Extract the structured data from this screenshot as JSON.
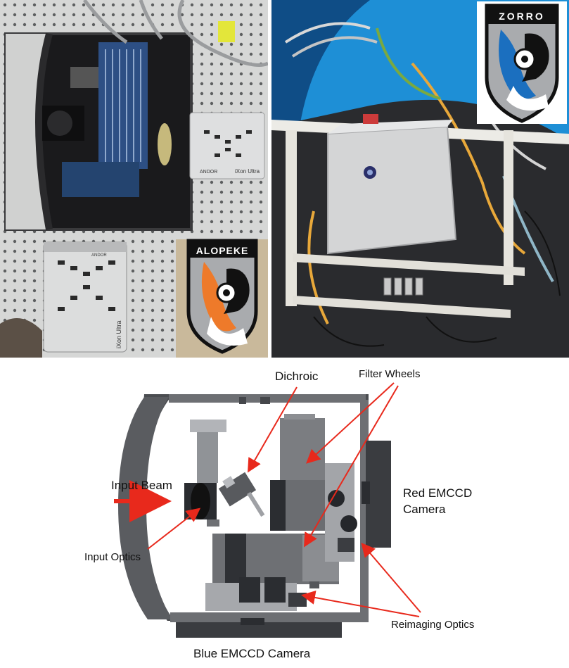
{
  "badges": {
    "zorro": "ZORRO",
    "alopeke": "ALOPEKE"
  },
  "camera_text": {
    "brand": "ANDOR",
    "model": "iXon Ultra"
  },
  "diagram_labels": {
    "dichroic": "Dichroic",
    "filter_wheels": "Filter Wheels",
    "input_beam": "Input Beam",
    "input_optics": "Input Optics",
    "red_camera_line1": "Red EMCCD",
    "red_camera_line2": "Camera",
    "reimaging_optics": "Reimaging Optics",
    "blue_camera": "Blue EMCCD Camera"
  },
  "colors": {
    "arrow_red": "#e8291c",
    "instrument_blue": "#1b6fbf",
    "fox_orange": "#ee7a2a",
    "badge_gray": "#a9abae",
    "telescope_blue": "#1e8fd6"
  }
}
